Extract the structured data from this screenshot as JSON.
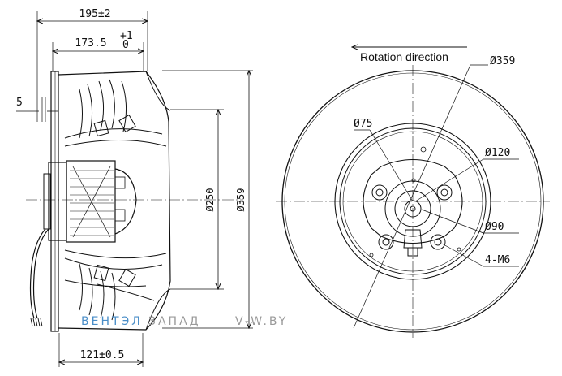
{
  "dimensions": {
    "overall_length": "195±2",
    "body_length_main": "173.5",
    "body_tol_upper": "+1",
    "body_tol_lower": "0",
    "flange_offset": "5",
    "inlet_diameter": "Ø250",
    "housing_diameter_side": "Ø359",
    "base_depth": "121±0.5"
  },
  "front_view": {
    "rotation_note": "Rotation direction",
    "outer_diameter": "Ø359",
    "hub_diameter": "Ø75",
    "bolt_circle": "Ø120",
    "mount_circle": "Ø90",
    "mount_holes": "4-M6"
  },
  "watermark": {
    "text_blue": "ВЕНТЭЛ",
    "text_gray": "ЗАПАД",
    "site": "V-W.BY",
    "color_blue": "#4a8ec8",
    "color_gray": "#9a9a9a"
  }
}
